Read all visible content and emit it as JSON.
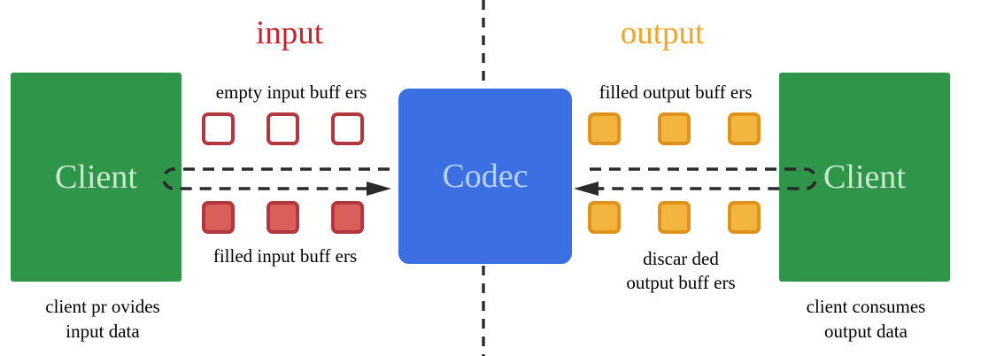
{
  "titles": {
    "input": "input",
    "output": "output"
  },
  "client_left": {
    "label": "Client",
    "caption": [
      "client pr ovides",
      "input data"
    ]
  },
  "client_right": {
    "label": "Client",
    "caption": [
      "client consumes",
      "output data"
    ]
  },
  "codec": {
    "label": "Codec"
  },
  "buffer_labels": {
    "empty_input": "empty input buff ers",
    "filled_input": "filled input buff ers",
    "filled_output": "filled output buff ers",
    "discarded_output": [
      "discar ded",
      "output buff ers"
    ]
  },
  "buffer_counts": {
    "empty_input": 3,
    "filled_input": 3,
    "filled_output": 3,
    "discarded_output": 3
  },
  "colors": {
    "green": "#2e9549",
    "green_text": "#cce8d0",
    "red": "#c8232c",
    "red_fill": "#d9605a",
    "red_border": "#b2383e",
    "blue": "#3b6fe2",
    "blue_text": "#b9d1f8",
    "orange": "#efa32a",
    "orange_fill": "#f4b440",
    "orange_border": "#df931d",
    "line": "#2a2a2a"
  }
}
